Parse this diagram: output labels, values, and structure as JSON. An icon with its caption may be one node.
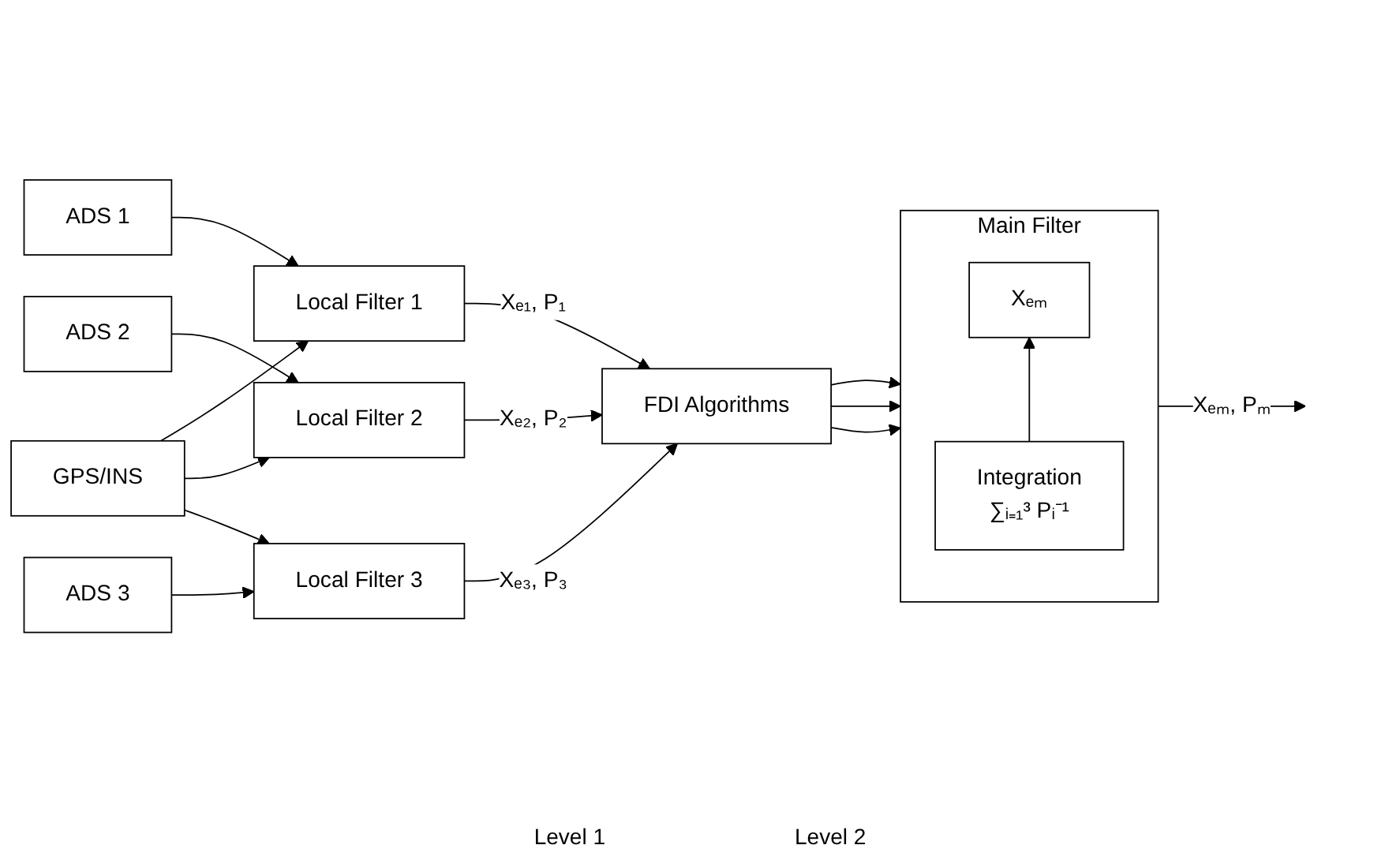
{
  "diagram": {
    "nodes": [
      {
        "text": [
          "ADS 1"
        ]
      },
      {
        "text": [
          "ADS 2"
        ]
      },
      {
        "text": [
          "ADS 3"
        ]
      },
      {
        "text": [
          "GPS/INS"
        ]
      },
      {
        "text": [
          "Local Filter 1"
        ]
      },
      {
        "text": [
          "Local Filter 2"
        ]
      },
      {
        "text": [
          "Local Filter 3"
        ]
      },
      {
        "text": [
          "FDI Algorithms"
        ]
      },
      {
        "text": [
          "Main Filter"
        ]
      },
      {
        "text": [
          "Xₑₘ"
        ],
        "in": 8
      },
      {
        "text": [
          "Integration",
          "∑ᵢ₌₁³ Pᵢ⁻¹"
        ],
        "in": 8
      }
    ],
    "edges": [
      {
        "from": 0,
        "to": 4,
        "arrow": "to"
      },
      {
        "from": 1,
        "to": 5,
        "arrow": "to"
      },
      {
        "from": 2,
        "to": 6,
        "arrow": "to"
      },
      {
        "from": 4,
        "to": 7,
        "arrow": "to",
        "label": "Xₑ₁, P₁"
      },
      {
        "from": 5,
        "to": 7,
        "arrow": "to",
        "label": "Xₑ₂, P₂"
      },
      {
        "from": 6,
        "to": 7,
        "arrow": "to",
        "label": "Xₑ₃, P₃"
      },
      {
        "from": 7,
        "to": 8,
        "arrow": "to"
      },
      {
        "from": 7,
        "to": 8,
        "arrow": "to"
      },
      {
        "from": 7,
        "to": 8,
        "arrow": "to"
      },
      {
        "from": 10,
        "to": 9,
        "arrow": "to"
      },
      {
        "from": 8,
        "to": null,
        "arrow": "to",
        "label": "Xₑₘ, Pₘ"
      },
      {
        "from": 3,
        "to": 4,
        "arrow": "to"
      },
      {
        "from": 3,
        "to": 5,
        "arrow": "to"
      },
      {
        "from": 3,
        "to": 6,
        "arrow": "to"
      }
    ],
    "labels": [
      "Level 1",
      "Level 2"
    ]
  }
}
